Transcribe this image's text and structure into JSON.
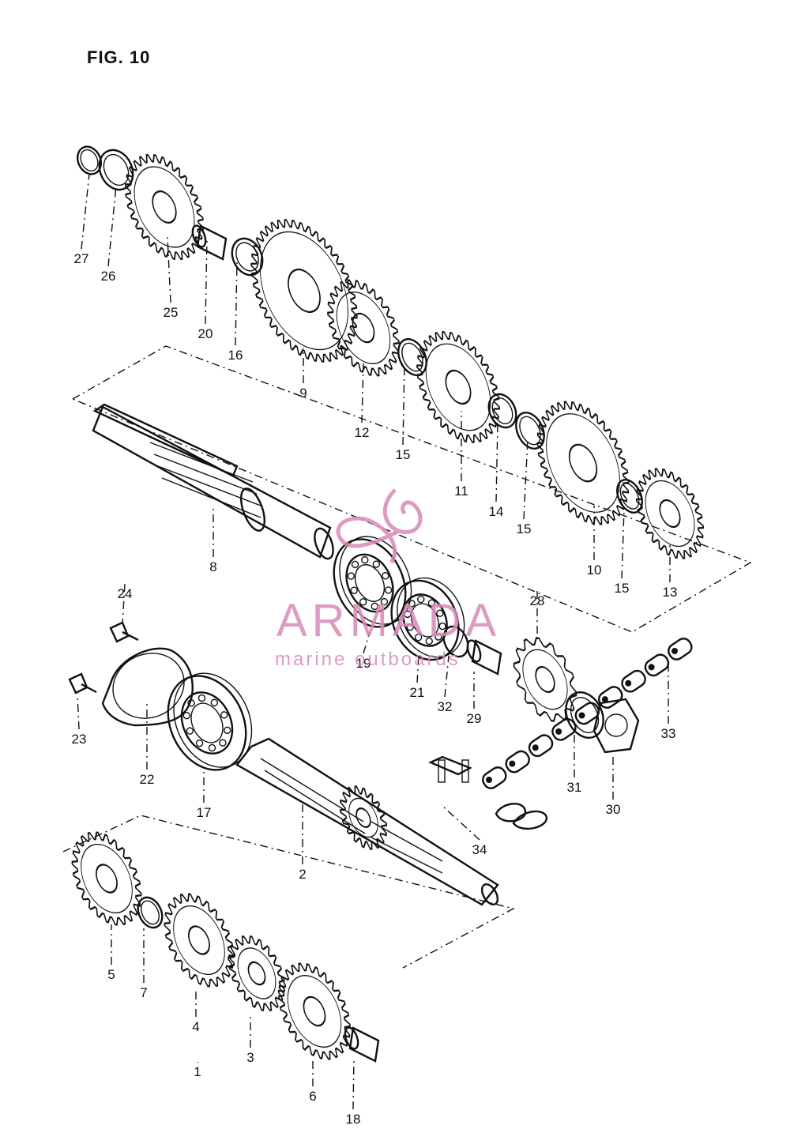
{
  "figure": {
    "title": "FIG. 10"
  },
  "watermark": {
    "brand": "ARMADA",
    "subtitle": "marine outboards",
    "color": "#d98ab8"
  },
  "parts": [
    {
      "no": "27"
    },
    {
      "no": "26"
    },
    {
      "no": "25"
    },
    {
      "no": "20"
    },
    {
      "no": "16"
    },
    {
      "no": "9"
    },
    {
      "no": "12"
    },
    {
      "no": "15"
    },
    {
      "no": "11"
    },
    {
      "no": "14"
    },
    {
      "no": "15"
    },
    {
      "no": "10"
    },
    {
      "no": "15"
    },
    {
      "no": "13"
    },
    {
      "no": "8"
    },
    {
      "no": "24"
    },
    {
      "no": "23"
    },
    {
      "no": "22"
    },
    {
      "no": "17"
    },
    {
      "no": "19"
    },
    {
      "no": "21"
    },
    {
      "no": "32"
    },
    {
      "no": "29"
    },
    {
      "no": "28"
    },
    {
      "no": "31"
    },
    {
      "no": "30"
    },
    {
      "no": "33"
    },
    {
      "no": "34"
    },
    {
      "no": "2"
    },
    {
      "no": "5"
    },
    {
      "no": "7"
    },
    {
      "no": "4"
    },
    {
      "no": "3"
    },
    {
      "no": "1"
    },
    {
      "no": "6"
    },
    {
      "no": "18"
    }
  ],
  "colors": {
    "ink": "#111111",
    "paper": "#ffffff"
  }
}
